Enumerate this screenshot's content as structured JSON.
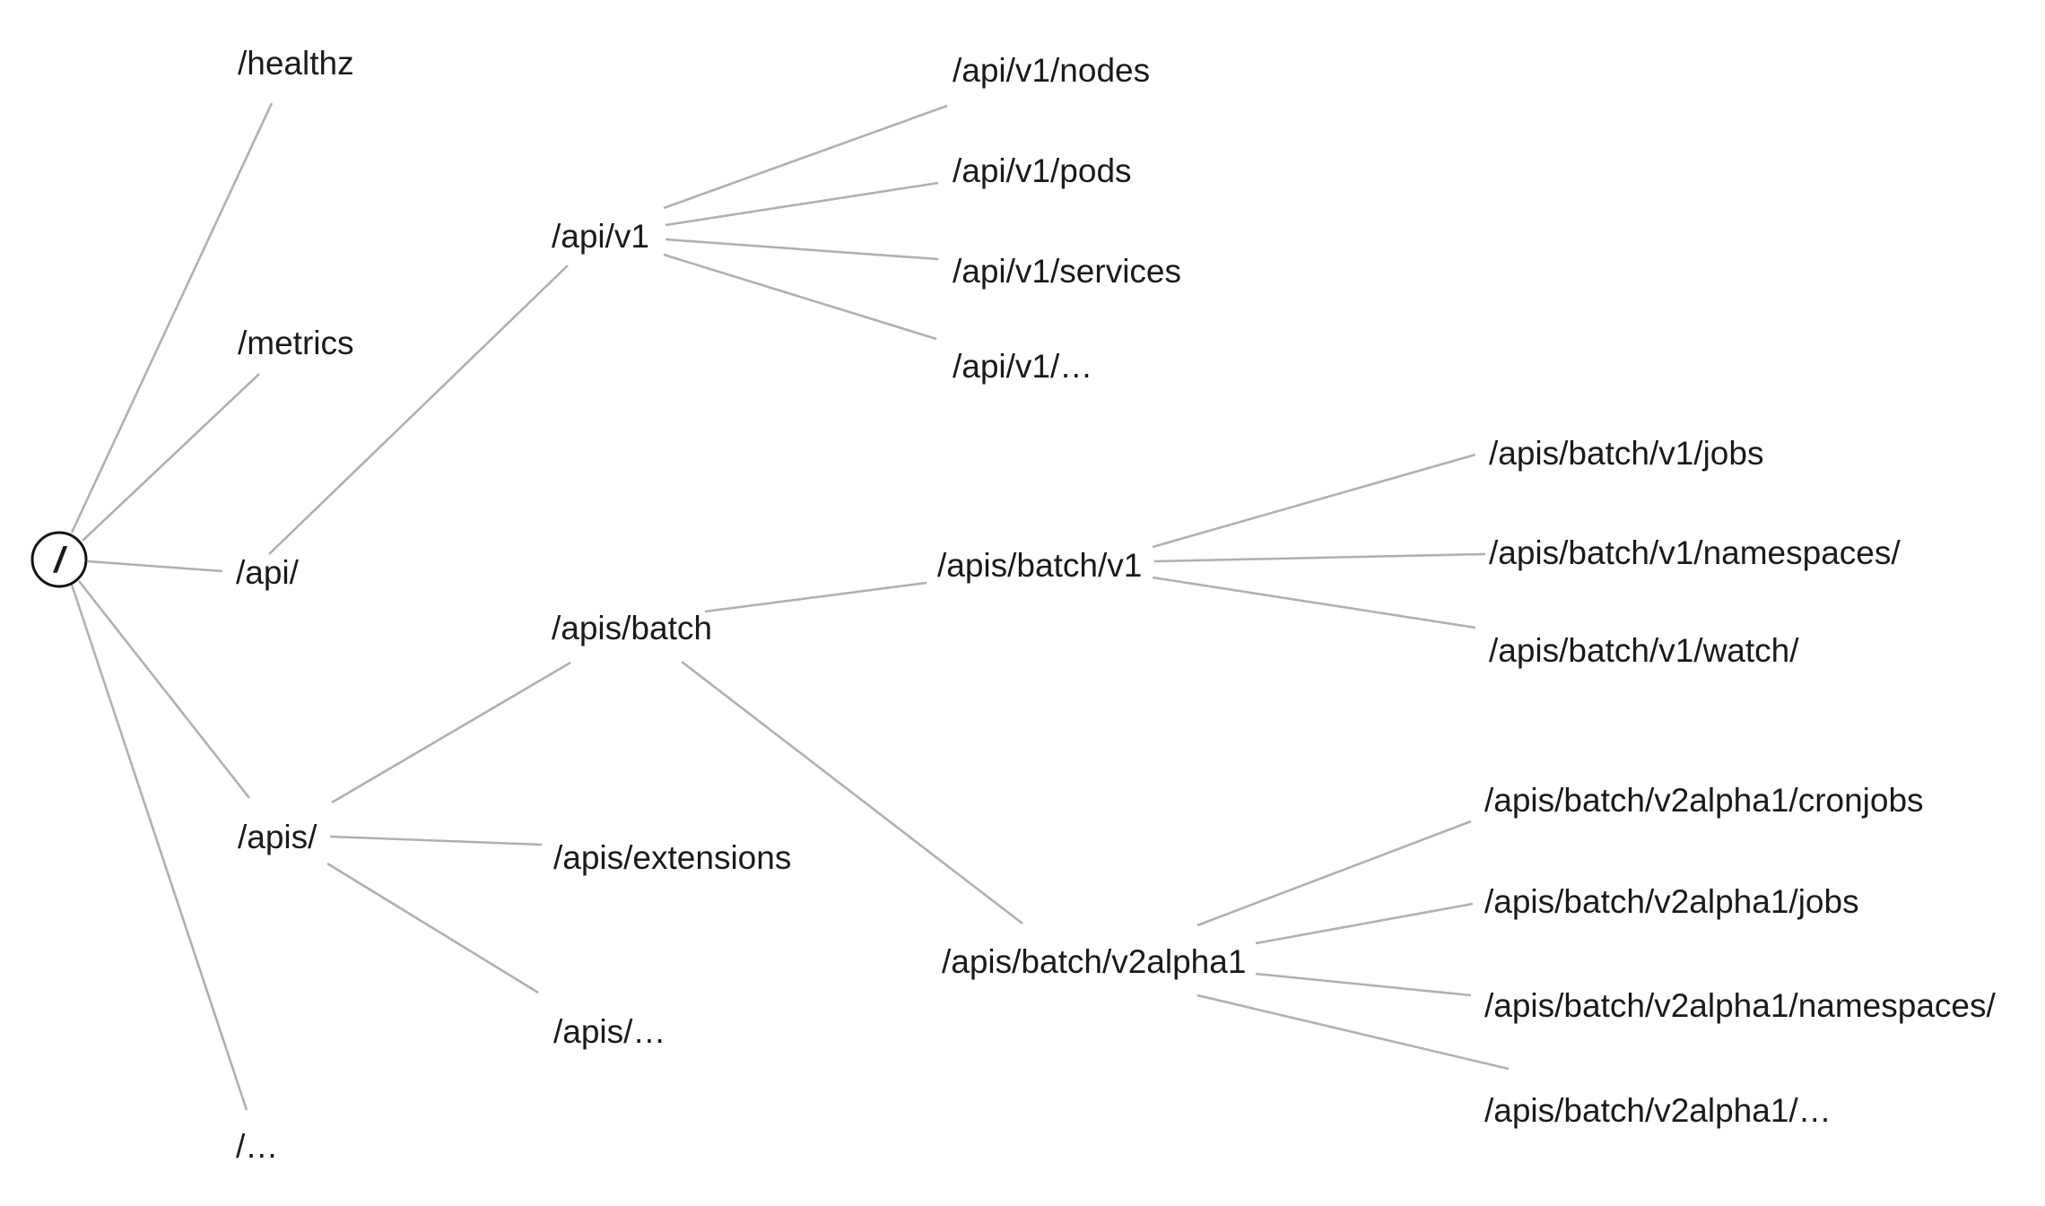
{
  "diagram": {
    "type": "tree",
    "description": "Kubernetes API server URI space tree",
    "root_label": "/",
    "edges": [
      [
        "/",
        "/healthz"
      ],
      [
        "/",
        "/metrics"
      ],
      [
        "/",
        "/api/"
      ],
      [
        "/",
        "/apis/"
      ],
      [
        "/",
        "/…"
      ],
      [
        "/api/",
        "/api/v1"
      ],
      [
        "/api/v1",
        "/api/v1/nodes"
      ],
      [
        "/api/v1",
        "/api/v1/pods"
      ],
      [
        "/api/v1",
        "/api/v1/services"
      ],
      [
        "/api/v1",
        "/api/v1/…"
      ],
      [
        "/apis/",
        "/apis/batch"
      ],
      [
        "/apis/",
        "/apis/extensions"
      ],
      [
        "/apis/",
        "/apis/…"
      ],
      [
        "/apis/batch",
        "/apis/batch/v1"
      ],
      [
        "/apis/batch",
        "/apis/batch/v2alpha1"
      ],
      [
        "/apis/batch/v1",
        "/apis/batch/v1/jobs"
      ],
      [
        "/apis/batch/v1",
        "/apis/batch/v1/namespaces/"
      ],
      [
        "/apis/batch/v1",
        "/apis/batch/v1/watch/"
      ],
      [
        "/apis/batch/v2alpha1",
        "/apis/batch/v2alpha1/cronjobs"
      ],
      [
        "/apis/batch/v2alpha1",
        "/apis/batch/v2alpha1/jobs"
      ],
      [
        "/apis/batch/v2alpha1",
        "/apis/batch/v2alpha1/namespaces/"
      ],
      [
        "/apis/batch/v2alpha1",
        "/apis/batch/v2alpha1/…"
      ]
    ]
  },
  "nodes": {
    "root": "/",
    "healthz": "/healthz",
    "metrics": "/metrics",
    "api": "/api/",
    "apis": "/apis/",
    "root_more": "/…",
    "api_v1": "/api/v1",
    "api_v1_nodes": "/api/v1/nodes",
    "api_v1_pods": "/api/v1/pods",
    "api_v1_services": "/api/v1/services",
    "api_v1_more": "/api/v1/…",
    "apis_batch": "/apis/batch",
    "apis_extensions": "/apis/extensions",
    "apis_more": "/apis/…",
    "batch_v1": "/apis/batch/v1",
    "batch_v1_jobs": "/apis/batch/v1/jobs",
    "batch_v1_namespaces": "/apis/batch/v1/namespaces/",
    "batch_v1_watch": "/apis/batch/v1/watch/",
    "batch_v2": "/apis/batch/v2alpha1",
    "batch_v2_cronjobs": "/apis/batch/v2alpha1/cronjobs",
    "batch_v2_jobs": "/apis/batch/v2alpha1/jobs",
    "batch_v2_namespaces": "/apis/batch/v2alpha1/namespaces/",
    "batch_v2_more": "/apis/batch/v2alpha1/…"
  },
  "colors": {
    "background": "#ffffff",
    "text": "#1a1a1a",
    "edge": "#b0b0b0",
    "root_circle_stroke": "#141414"
  }
}
